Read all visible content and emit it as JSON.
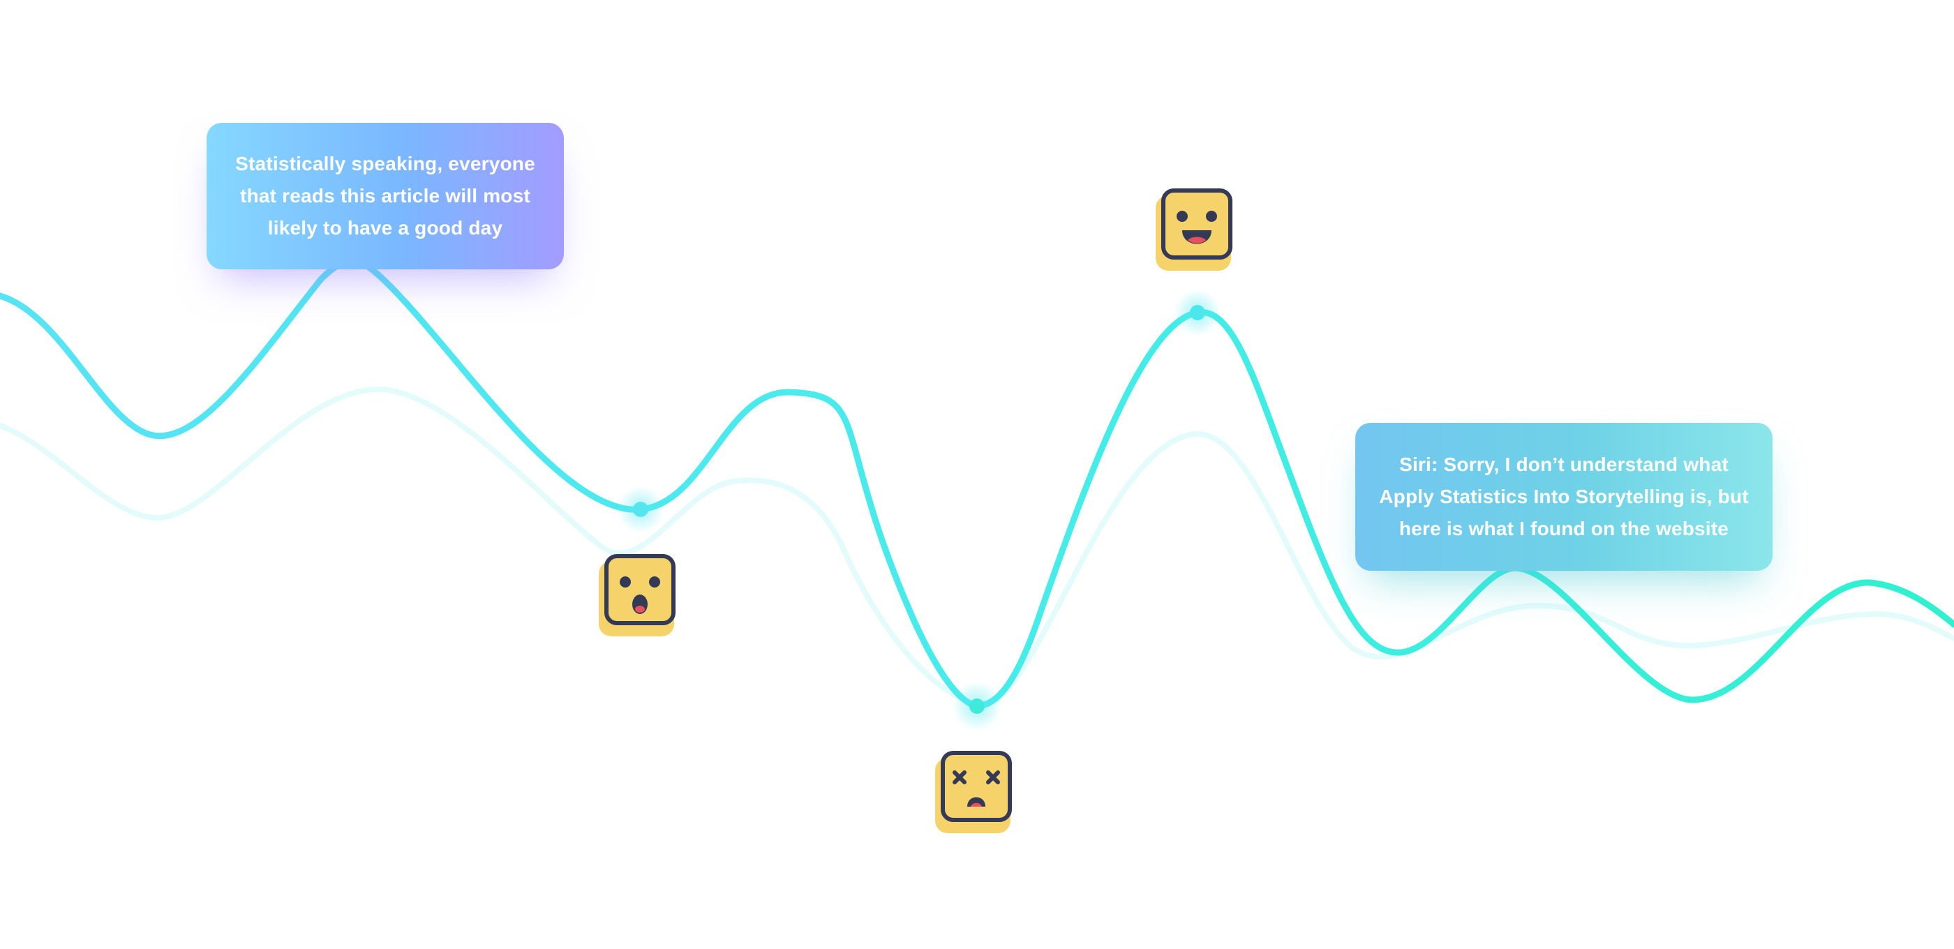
{
  "callouts": {
    "left": "Statistically speaking, everyone\nthat reads this article will most\nlikely to have a good day",
    "right": "Siri: Sorry, I don’t understand what\nApply Statistics Into Storytelling is, but\nhere is what I found on the website"
  },
  "emojis": [
    {
      "name": "surprised-face-icon",
      "mood": "surprised"
    },
    {
      "name": "dizzy-face-icon",
      "mood": "dizzy"
    },
    {
      "name": "happy-face-icon",
      "mood": "happy"
    }
  ],
  "colors": {
    "line_start": "#58e3f5",
    "line_mid": "#45ecea",
    "line_end": "#2ff0cf",
    "emoji_fill": "#f6d36a",
    "emoji_outline": "#343a56",
    "mouth_red": "#e8505b"
  }
}
